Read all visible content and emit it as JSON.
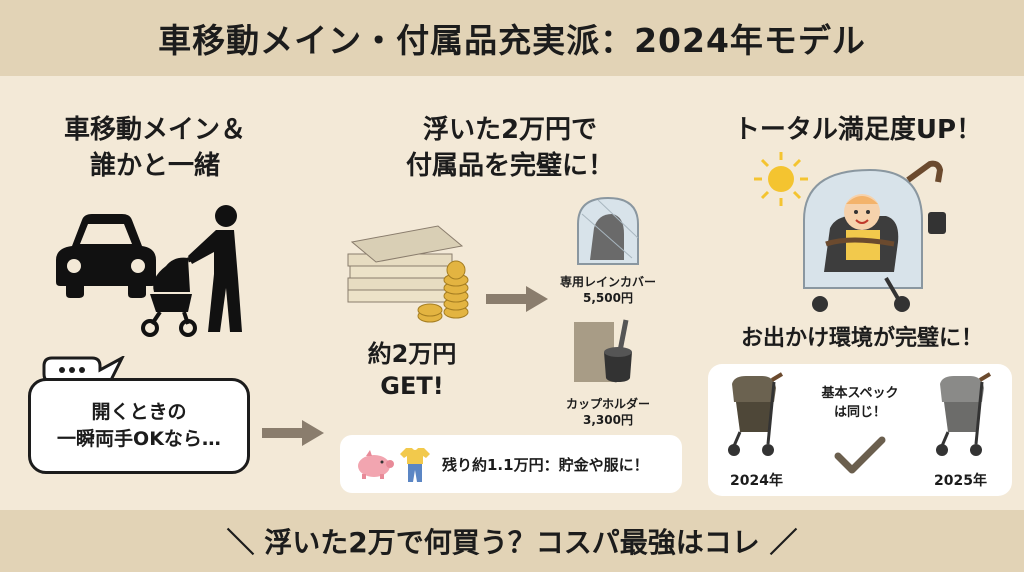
{
  "header": {
    "title": "車移動メイン・付属品充実派：2024年モデル"
  },
  "left": {
    "title_line1": "車移動メイン＆",
    "title_line2": "誰かと一緒",
    "bubble_line1": "開くときの",
    "bubble_line2": "一瞬両手OKなら…",
    "icons": [
      "car-icon",
      "person-pushing-stroller-icon",
      "speech-bubble-icon"
    ]
  },
  "middle": {
    "title_line1": "浮いた2万円で",
    "title_line2": "付属品を完璧に！",
    "money_line1": "約2万円",
    "money_line2": "GET!",
    "accessories": [
      {
        "name": "専用レインカバー",
        "price": "5,500円"
      },
      {
        "name": "カップホルダー",
        "price": "3,300円"
      }
    ],
    "remain": "残り約1.1万円：貯金や服に！"
  },
  "right": {
    "title": "トータル満足度UP！",
    "env": "お出かけ環境が完璧に！",
    "spec_line1": "基本スペック",
    "spec_line2": "は同じ！",
    "year_left": "2024年",
    "year_right": "2025年"
  },
  "footer": {
    "text": "＼ 浮いた2万で何買う？コスパ最強はコレ ／"
  },
  "colors": {
    "background": "#f3e9d7",
    "band": "#e2d3b6",
    "arrow": "#8a7d6d",
    "stroller_2024": "#6b6250",
    "stroller_2025": "#8a8a88"
  }
}
